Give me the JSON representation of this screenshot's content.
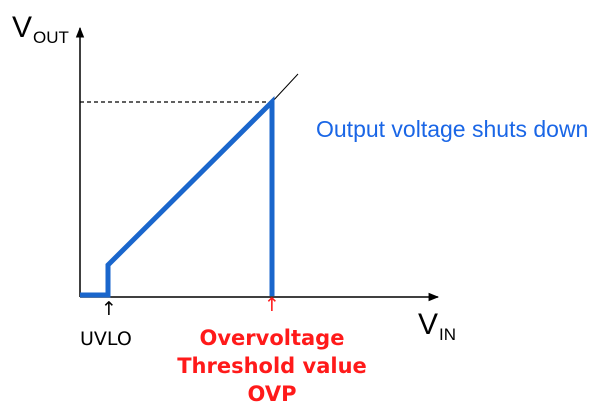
{
  "axes": {
    "y_label_main": "V",
    "y_label_sub": "OUT",
    "x_label_main": "V",
    "x_label_sub": "IN"
  },
  "annotation": {
    "text": "Output voltage shuts down",
    "color": "#1a66e6"
  },
  "markers": {
    "uvlo": {
      "arrow": "↑",
      "label": "UVLO"
    },
    "ovp": {
      "arrow": "↑",
      "lines": [
        "Overvoltage",
        "Threshold value",
        "OVP"
      ],
      "color": "#ff1a1a"
    }
  },
  "colors": {
    "trace": "#1a66cc",
    "axis": "#000000",
    "reference": "#000000"
  }
}
